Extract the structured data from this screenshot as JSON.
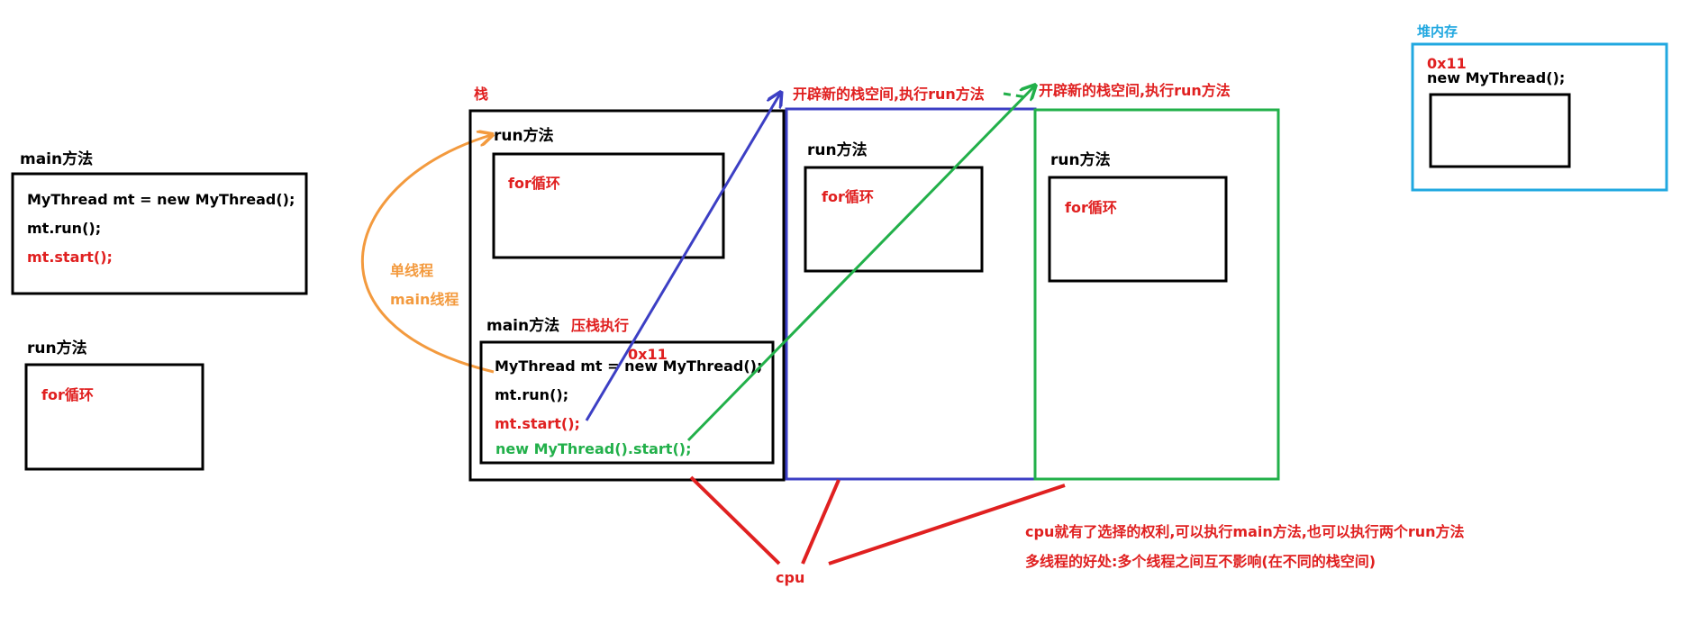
{
  "colors": {
    "black": "#000000",
    "red": "#e02020",
    "orange": "#f39a3e",
    "blue": "#3c3fc4",
    "green": "#22b04a",
    "cyan": "#21a8e0"
  },
  "left": {
    "main_label": "main方法",
    "code_line1": "MyThread mt = new MyThread();",
    "code_line2": "mt.run();",
    "code_line3": "mt.start();",
    "run_label": "run方法",
    "for_loop": "for循环"
  },
  "single_thread": {
    "line1": "单线程",
    "line2": "main线程"
  },
  "stack": {
    "label": "栈",
    "run_label": "run方法",
    "for_loop": "for循环",
    "main_label": "main方法",
    "push_note": "压栈执行",
    "addr": "0x11",
    "code_line1": "MyThread mt = new MyThread();",
    "code_line2": "mt.run();",
    "code_line3": "mt.start();",
    "code_line4": "new MyThread().start();"
  },
  "blue_stack": {
    "caption": "开辟新的栈空间,执行run方法",
    "run_label": "run方法",
    "for_loop": "for循环"
  },
  "green_stack": {
    "caption": "开辟新的栈空间,执行run方法",
    "run_label": "run方法",
    "for_loop": "for循环"
  },
  "heap": {
    "label": "堆内存",
    "addr": "0x11",
    "object": "new MyThread();"
  },
  "cpu": {
    "label": "cpu",
    "note1": "cpu就有了选择的权利,可以执行main方法,也可以执行两个run方法",
    "note2": "多线程的好处:多个线程之间互不影响(在不同的栈空间)"
  }
}
